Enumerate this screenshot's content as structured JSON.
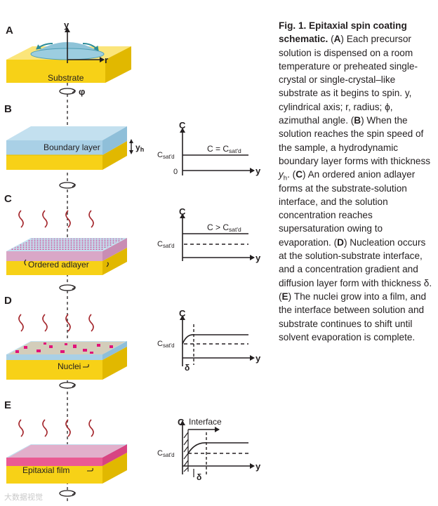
{
  "panels": {
    "A": {
      "letter": "A",
      "substrate_label": "Substrate",
      "axis_y": "y",
      "axis_r": "r",
      "rotation_symbol": "φ"
    },
    "B": {
      "letter": "B",
      "layer_label": "Boundary layer",
      "thickness_label": "y",
      "thickness_sub": "h",
      "graph": {
        "c_axis": "C",
        "y_axis": "y",
        "csat_main": "C",
        "csat_sub": "sat'd",
        "zero": "0",
        "annotation_main": "C = C",
        "annotation_sub": "sat'd"
      }
    },
    "C": {
      "letter": "C",
      "layer_label": "Ordered adlayer",
      "graph": {
        "c_axis": "C",
        "y_axis": "y",
        "csat_main": "C",
        "csat_sub": "sat'd",
        "annotation_main": "C > C",
        "annotation_sub": "sat'd"
      }
    },
    "D": {
      "letter": "D",
      "layer_label": "Nuclei",
      "graph": {
        "c_axis": "C",
        "y_axis": "y",
        "csat_main": "C",
        "csat_sub": "sat'd",
        "delta": "δ"
      }
    },
    "E": {
      "letter": "E",
      "layer_label": "Epitaxial film",
      "graph": {
        "c_axis": "C",
        "y_axis": "y",
        "csat_main": "C",
        "csat_sub": "sat'd",
        "delta": "δ",
        "interface_label": "Interface"
      }
    }
  },
  "caption": {
    "title": "Fig. 1. Epitaxial spin coating schematic.",
    "segments": [
      {
        "t": "(",
        "b": false
      },
      {
        "t": "A",
        "b": true
      },
      {
        "t": ") Each precursor solution is dispensed on a room temperature or preheated single-crystal or single-crystal–like substrate as it begins to spin. y, cylindrical axis; r, radius; ϕ, azimuthal angle. (",
        "b": false
      },
      {
        "t": "B",
        "b": true
      },
      {
        "t": ") When the solution reaches the spin speed of the sample, a hydrodynamic boundary layer forms with thickness ",
        "b": false
      },
      {
        "t": "y",
        "b": false,
        "i": true
      },
      {
        "t": "h",
        "b": false,
        "sub": true
      },
      {
        "t": ". (",
        "b": false
      },
      {
        "t": "C",
        "b": true
      },
      {
        "t": ") An ordered anion adlayer forms at the substrate-solution interface, and the solution concentration reaches supersaturation owing to evaporation. (",
        "b": false
      },
      {
        "t": "D",
        "b": true
      },
      {
        "t": ") Nucleation occurs at the solution-substrate interface, and a concentration gradient and diffusion layer form with thickness δ. (",
        "b": false
      },
      {
        "t": "E",
        "b": true
      },
      {
        "t": ") The nuclei grow into a film, and the interface between solution and substrate continues to shift until solvent evaporation is complete.",
        "b": false
      }
    ]
  },
  "watermark": "大数据视觉",
  "colors": {
    "substrate": "#f7d117",
    "substrate_side": "#e1b800",
    "solution": "#a9d0e6",
    "solution_dark": "#8fbfd9",
    "droplet": "#8ec3d8",
    "droplet_rim": "#4f9fb6",
    "adlayer": "#d9a7c7",
    "nuclei": "#e2127a",
    "film": "#ea5a93",
    "wave": "#a4262c",
    "arrow": "#2b8b98",
    "ink": "#231f20"
  }
}
